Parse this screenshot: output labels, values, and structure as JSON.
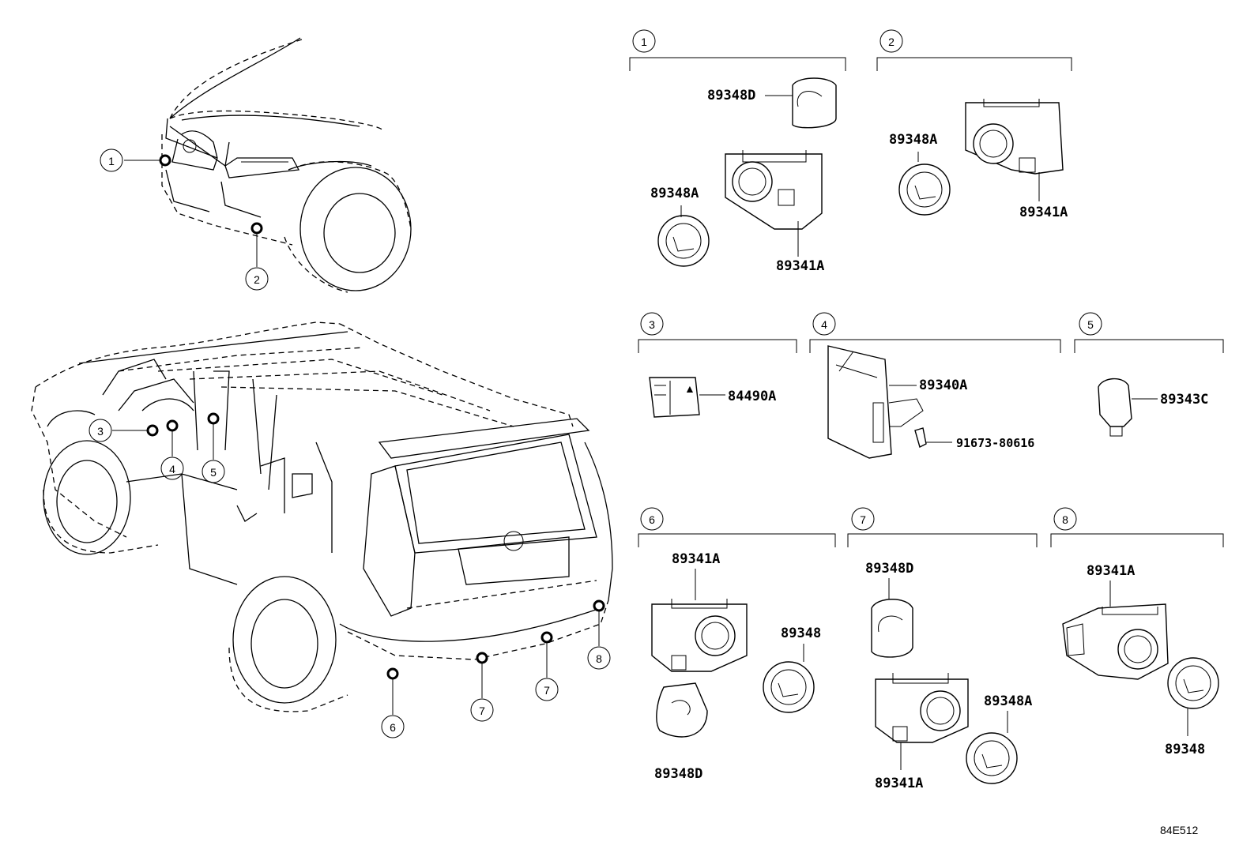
{
  "diagram_ref": "84E512",
  "callout_numbers": [
    "1",
    "2",
    "3",
    "4",
    "5",
    "6",
    "7",
    "8"
  ],
  "groups": {
    "g1": {
      "num": "1",
      "parts": [
        "89348D",
        "89348A",
        "89341A"
      ]
    },
    "g2": {
      "num": "2",
      "parts": [
        "89348A",
        "89341A"
      ]
    },
    "g3": {
      "num": "3",
      "parts": [
        "84490A"
      ]
    },
    "g4": {
      "num": "4",
      "parts": [
        "89340A",
        "91673-80616"
      ]
    },
    "g5": {
      "num": "5",
      "parts": [
        "89343C"
      ]
    },
    "g6": {
      "num": "6",
      "parts": [
        "89341A",
        "89348",
        "89348D"
      ]
    },
    "g7": {
      "num": "7",
      "parts": [
        "89348D",
        "89348A",
        "89341A"
      ]
    },
    "g8": {
      "num": "8",
      "parts": [
        "89341A",
        "89348"
      ]
    }
  }
}
